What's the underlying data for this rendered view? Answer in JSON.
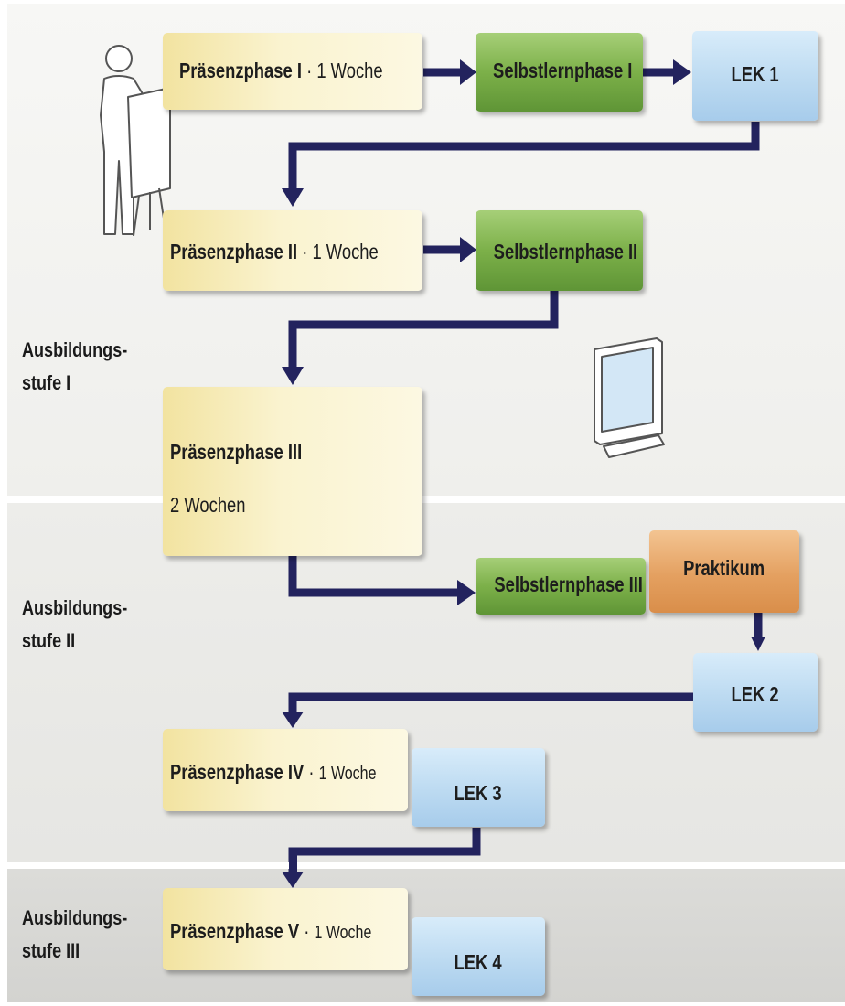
{
  "stages": [
    {
      "line1": "Ausbildungs-",
      "line2": "stufe I"
    },
    {
      "line1": "Ausbildungs-",
      "line2": "stufe II"
    },
    {
      "line1": "Ausbildungs-",
      "line2": "stufe III"
    }
  ],
  "phases": {
    "p1": {
      "name": "Präsenzphase I",
      "sep": " · ",
      "duration": "1 Woche"
    },
    "s1": {
      "name": "Selbstlernphase I"
    },
    "lek1": {
      "name": "LEK 1"
    },
    "p2": {
      "name": "Präsenzphase II",
      "sep": " · ",
      "duration": "1 Woche"
    },
    "s2": {
      "name": "Selbstlernphase II"
    },
    "p3": {
      "name": "Präsenzphase III",
      "duration": "2 Wochen"
    },
    "s3": {
      "name": "Selbstlernphase III"
    },
    "praktikum": {
      "name": "Praktikum"
    },
    "lek2": {
      "name": "LEK 2"
    },
    "p4": {
      "name": "Präsenzphase IV",
      "sep": " · ",
      "duration": "1 Woche"
    },
    "lek3": {
      "name": "LEK 3"
    },
    "p5": {
      "name": "Präsenzphase V",
      "sep": " · ",
      "duration": "1 Woche"
    },
    "lek4": {
      "name": "LEK 4"
    }
  },
  "colors": {
    "connector": "#23235e",
    "presence": "#f7ebb8",
    "selfstudy": "#7cb049",
    "exam": "#bcdaf1",
    "internship": "#e4a060"
  },
  "icons": [
    "presenter-icon",
    "computer-monitor-icon"
  ]
}
